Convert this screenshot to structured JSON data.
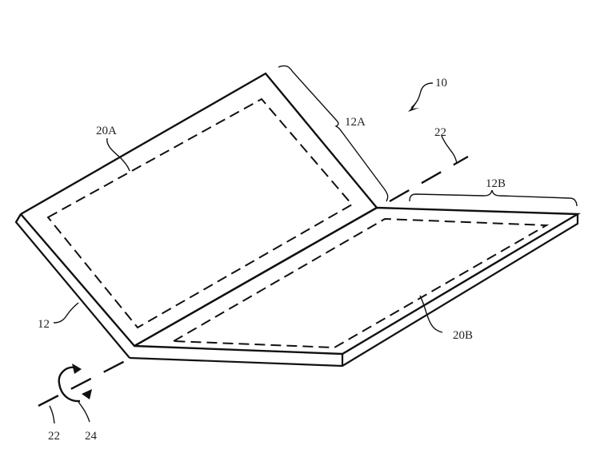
{
  "figure": {
    "type": "patent-drawing",
    "description": "Foldable electronic device shown partially unfolded about a hinge axis",
    "colors": {
      "line": "#111111",
      "label": "#222222",
      "background": "#ffffff"
    },
    "labels": {
      "device": "10",
      "housing": "12",
      "housing_portion_a": "12A",
      "housing_portion_b": "12B",
      "display_a": "20A",
      "display_b": "20B",
      "axis_top": "22",
      "axis_bottom": "22",
      "rotation": "24"
    }
  }
}
